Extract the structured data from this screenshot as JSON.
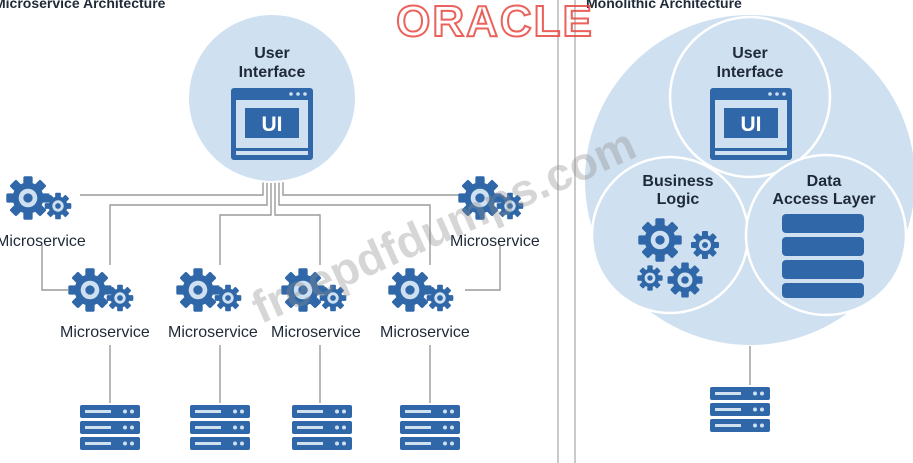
{
  "left_panel": {
    "heading": "Microservice Architecture",
    "ui_circle": {
      "title_line1": "User",
      "title_line2": "Interface",
      "window_label": "UI"
    },
    "microservice_label": "Microservice"
  },
  "right_panel": {
    "heading": "Monolithic Architecture",
    "user_interface": {
      "line1": "User",
      "line2": "Interface",
      "window_label": "UI"
    },
    "business_logic": {
      "line1": "Business",
      "line2": "Logic"
    },
    "data_access": {
      "line1": "Data",
      "line2": "Access Layer"
    }
  },
  "overlay": {
    "logo_text": "ORACLE",
    "watermark_text": "freepdfdumps.com"
  },
  "colors": {
    "accent_blue": "#2f67a8",
    "light_blue": "#cfe0f0",
    "circle_stroke": "#ffffff",
    "line_gray": "#9a9a9a",
    "text_dark": "#1f2a38",
    "oracle_red": "#e8463f",
    "divider": "#b8b8b8"
  },
  "icons": [
    "gear-icon",
    "ui-window-icon",
    "server-stack-icon",
    "database-icon"
  ]
}
